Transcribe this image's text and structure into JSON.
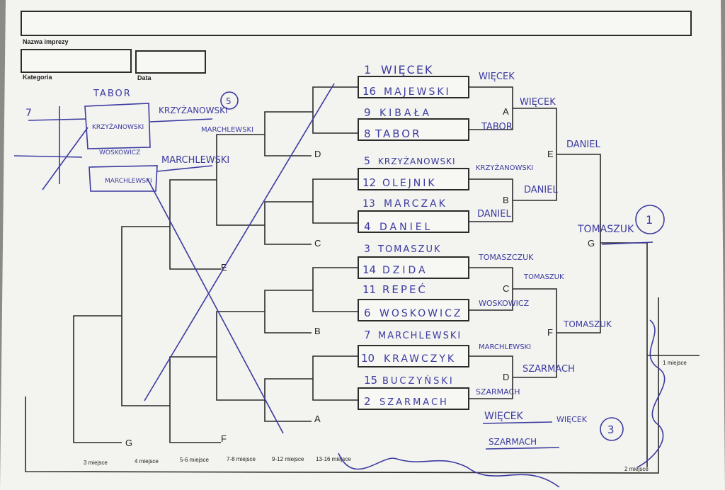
{
  "form": {
    "event_name_label": "Nazwa imprezy",
    "category_label": "Kategoria",
    "date_label": "Data"
  },
  "players": [
    {
      "seed": "1",
      "name": "WIĘCEK"
    },
    {
      "seed": "16",
      "name": "MAJEWSKI"
    },
    {
      "seed": "9",
      "name": "KIBAŁA"
    },
    {
      "seed": "8",
      "name": "TABOR"
    },
    {
      "seed": "5",
      "name": "KRZYŻANOWSKI"
    },
    {
      "seed": "12",
      "name": "OLEJNIK"
    },
    {
      "seed": "13",
      "name": "MARCZAK"
    },
    {
      "seed": "4",
      "name": "DANIEL"
    },
    {
      "seed": "3",
      "name": "TOMASZUK"
    },
    {
      "seed": "14",
      "name": "DZIDA"
    },
    {
      "seed": "11",
      "name": "REPEĆ"
    },
    {
      "seed": "6",
      "name": "WOSKOWICZ"
    },
    {
      "seed": "7",
      "name": "MARCHLEWSKI"
    },
    {
      "seed": "10",
      "name": "KRAWCZYK"
    },
    {
      "seed": "15",
      "name": "BUCZYŃSKI"
    },
    {
      "seed": "2",
      "name": "SZARMACH"
    }
  ],
  "round1_winners": [
    {
      "match": "A",
      "name": "WIĘCEK"
    },
    {
      "match": "",
      "name": "TABOR"
    },
    {
      "match": "B",
      "name": "KRZYŻANOWSKI"
    },
    {
      "match": "",
      "name": "DANIEL"
    },
    {
      "match": "C",
      "name": "TOMASZCZUK"
    },
    {
      "match": "",
      "name": "WOSKOWICZ"
    },
    {
      "match": "D",
      "name": "MARCHLEWSKI"
    },
    {
      "match": "",
      "name": "SZARMACH"
    }
  ],
  "round2_winners": [
    {
      "match": "E",
      "name": "WIĘCEK"
    },
    {
      "match": "",
      "name": "DANIEL"
    },
    {
      "match": "F",
      "name": "TOMASZUK"
    },
    {
      "match": "",
      "name": "SZARMACH"
    }
  ],
  "semifinal_winners": [
    {
      "match": "G",
      "name": "DANIEL"
    },
    {
      "match": "",
      "name": "TOMASZUK"
    }
  ],
  "final": {
    "winner": "TOMASZUK",
    "place_circle": "1"
  },
  "third_place": {
    "player_a": "WIĘCEK",
    "player_b": "SZARMACH",
    "winner": "WIĘCEK",
    "place_circle": "3"
  },
  "fifth_place": {
    "player_a": "TABOR",
    "player_b": "KRZYŻANOWSKI",
    "player_c": "WOSKOWICZ",
    "player_d": "MARCHLEWSKI",
    "winner_r1": "KRZYŻANOWSKI",
    "winner_r1b": "MARCHLEWSKI",
    "winner": "MARCHLEWSKI",
    "place_circle": "5",
    "seventh": "7"
  },
  "loser_bracket_labels": [
    "D",
    "C",
    "B",
    "A",
    "E",
    "F",
    "G"
  ],
  "place_labels": [
    "3 miejsce",
    "4 miejsce",
    "5-6 miejsce",
    "7-8 miejsce",
    "9-12 miejsce",
    "13-16 miejsce"
  ],
  "right_labels": {
    "first": "1 miejsce",
    "second": "2 miejsce"
  }
}
